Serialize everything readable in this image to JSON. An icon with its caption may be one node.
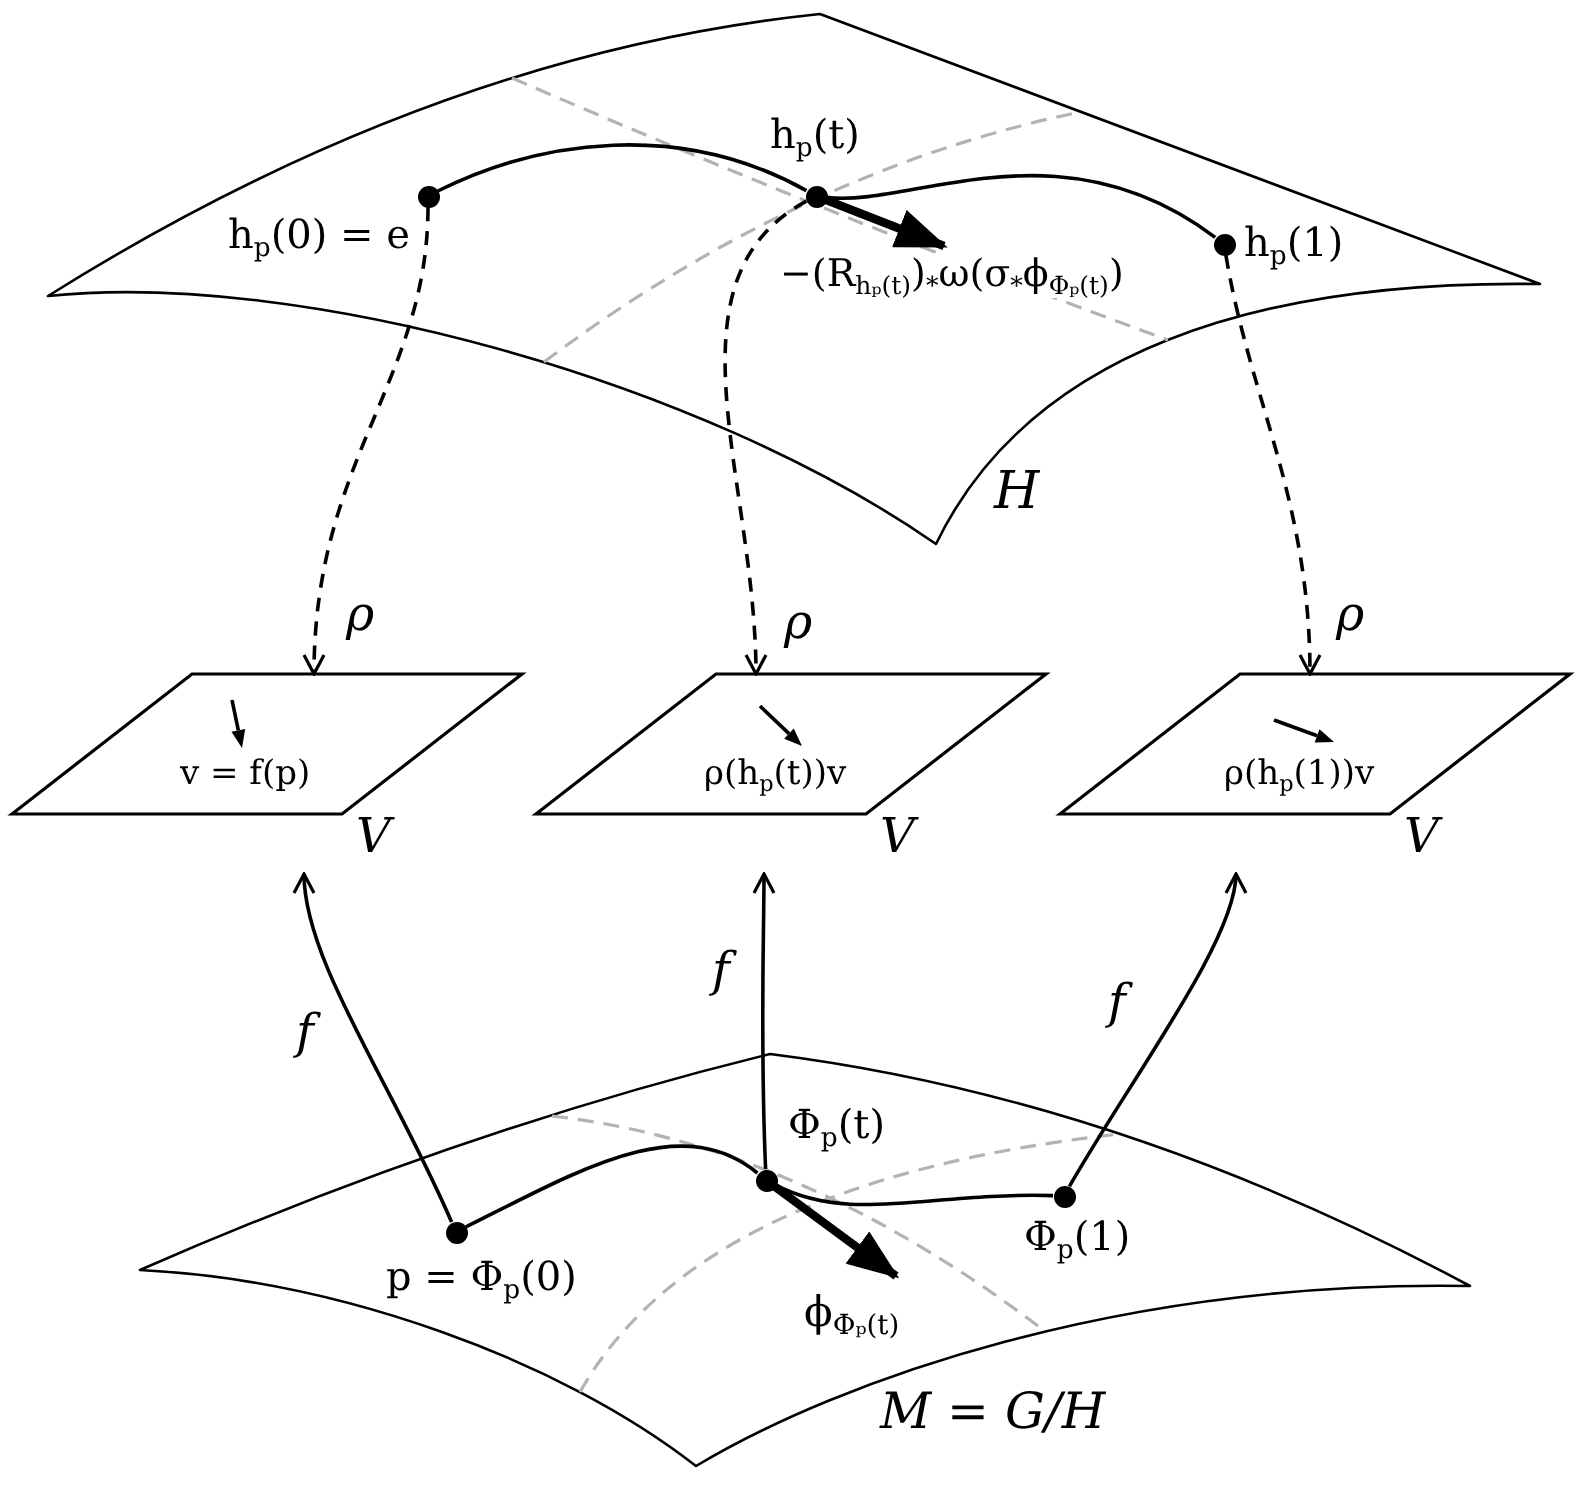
{
  "diagram": {
    "nodes": [
      {
        "text": [
          "H"
        ]
      },
      {
        "text": [],
        "shape": "circle",
        "in": 0,
        "beside": [
          "h$_{p}$(0) = e"
        ]
      },
      {
        "text": [],
        "shape": "circle",
        "in": 0,
        "beside": [
          "h$_{p}$(t)"
        ]
      },
      {
        "text": [],
        "shape": "circle",
        "in": 0,
        "beside": [
          "h$_{p}$(1)"
        ]
      },
      {
        "text": [
          "v = f(p)",
          "V"
        ]
      },
      {
        "text": [
          "ρ(h$_{p}$(t))v",
          "V"
        ]
      },
      {
        "text": [
          "ρ(h$_{p}$(1))v",
          "V"
        ]
      },
      {
        "text": [
          "M = G/H"
        ]
      },
      {
        "text": [],
        "shape": "circle",
        "in": 7,
        "beside": [
          "p = Φ$_{p}$(0)"
        ]
      },
      {
        "text": [],
        "shape": "circle",
        "in": 7,
        "beside": [
          "Φ$_{p}$(t)"
        ]
      },
      {
        "text": [],
        "shape": "circle",
        "in": 7,
        "beside": [
          "Φ$_{p}$(1)"
        ]
      }
    ],
    "edges": [
      {
        "from": 1,
        "to": 2,
        "arrow": "none"
      },
      {
        "from": 2,
        "to": 3,
        "arrow": "none"
      },
      {
        "from": 2,
        "to": null,
        "arrow": "to",
        "style": "thick",
        "label": "−(R$_{hₚ(t)}$)$_{*}$ω(σ$_{*}$ϕ$_{Φₚ(t)}$)"
      },
      {
        "from": 1,
        "to": 4,
        "arrow": "to",
        "style": "dashed",
        "label": "ρ"
      },
      {
        "from": 2,
        "to": 5,
        "arrow": "to",
        "style": "dashed",
        "label": "ρ"
      },
      {
        "from": 3,
        "to": 6,
        "arrow": "to",
        "style": "dashed",
        "label": "ρ"
      },
      {
        "from": 8,
        "to": 9,
        "arrow": "none"
      },
      {
        "from": 9,
        "to": 10,
        "arrow": "none"
      },
      {
        "from": 9,
        "to": null,
        "arrow": "to",
        "style": "thick",
        "label": "ϕ$_{Φₚ(t)}$"
      },
      {
        "from": 8,
        "to": 4,
        "arrow": "to",
        "label": "f"
      },
      {
        "from": 9,
        "to": 5,
        "arrow": "to",
        "label": "f"
      },
      {
        "from": 10,
        "to": 6,
        "arrow": "to",
        "label": "f"
      }
    ]
  }
}
